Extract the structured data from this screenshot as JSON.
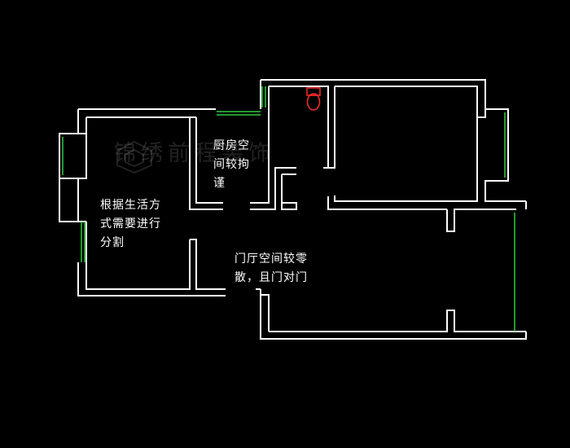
{
  "watermark": "锦绣前程装饰",
  "annotations": {
    "kitchen": [
      "厨房空",
      "间较拘",
      "谨"
    ],
    "left_room": [
      "根据生活方",
      "式需要进行",
      "分割"
    ],
    "hall": [
      "门厅空间较零",
      "散，且门对门"
    ]
  },
  "colors": {
    "background": "#000000",
    "walls": "#ffffff",
    "windows": "#2ecc40",
    "fixture": "#ff2a2a",
    "text": "#ffffff"
  }
}
